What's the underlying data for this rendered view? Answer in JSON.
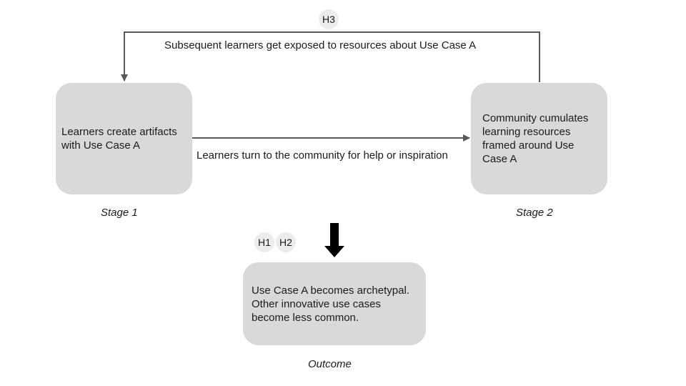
{
  "diagram": {
    "stage1_box_text": "Learners create artifacts with Use Case A",
    "stage2_box_text": "Community cumulates learning resources framed around Use Case A",
    "outcome_box_text": "Use Case A becomes archetypal. Other innovative use cases become less common.",
    "forward_edge_label": "Learners turn to the community for help or inspiration",
    "feedback_edge_label": "Subsequent learners get exposed to resources about Use Case A",
    "stage1_label": "Stage 1",
    "stage2_label": "Stage 2",
    "outcome_label": "Outcome",
    "badges": {
      "h3": "H3",
      "h1": "H1",
      "h2": "H2"
    }
  },
  "colors": {
    "node_fill": "#d9d9d9",
    "connector": "#595959",
    "outcome_arrow": "#000000",
    "badge_fill": "#ececec"
  }
}
